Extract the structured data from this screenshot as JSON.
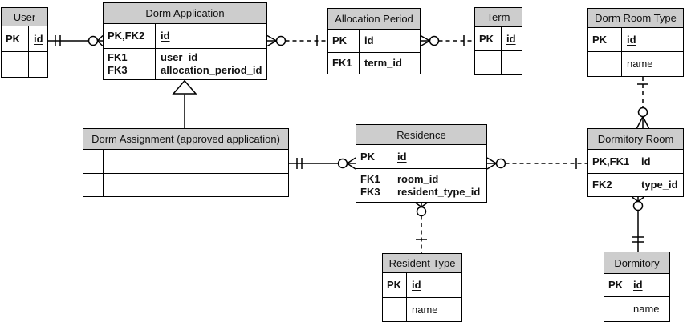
{
  "diagram": {
    "type": "entity-relationship",
    "colors": {
      "background": "#ffffff",
      "header_fill": "#cdcdcd",
      "line": "#000000",
      "text": "#111111"
    }
  },
  "entities": [
    {
      "name": "user",
      "title": "User",
      "rows": [
        {
          "lines": [
            {
              "key": "PK",
              "attr": "id",
              "pk": true
            }
          ]
        },
        {
          "lines": [
            {
              "key": "",
              "attr": ""
            }
          ]
        }
      ]
    },
    {
      "name": "dorm-application",
      "title": "Dorm Application",
      "rows": [
        {
          "lines": [
            {
              "key": "PK,FK2",
              "attr": "id",
              "pk": true
            }
          ]
        },
        {
          "lines": [
            {
              "key": "FK1",
              "attr": "user_id"
            },
            {
              "key": "FK3",
              "attr": "allocation_period_id"
            }
          ]
        }
      ]
    },
    {
      "name": "allocation-period",
      "title": "Allocation Period",
      "rows": [
        {
          "lines": [
            {
              "key": "PK",
              "attr": "id",
              "pk": true
            }
          ]
        },
        {
          "lines": [
            {
              "key": "FK1",
              "attr": "term_id"
            }
          ]
        }
      ]
    },
    {
      "name": "term",
      "title": "Term",
      "rows": [
        {
          "lines": [
            {
              "key": "PK",
              "attr": "id",
              "pk": true
            }
          ]
        },
        {
          "lines": [
            {
              "key": "",
              "attr": ""
            }
          ]
        }
      ]
    },
    {
      "name": "dorm-room-type",
      "title": "Dorm Room Type",
      "rows": [
        {
          "lines": [
            {
              "key": "PK",
              "attr": "id",
              "pk": true
            }
          ]
        },
        {
          "lines": [
            {
              "key": "",
              "attr": "name",
              "plain": true
            }
          ]
        }
      ]
    },
    {
      "name": "dorm-assignment",
      "title": "Dorm Assignment (approved application)",
      "rows": [
        {
          "lines": [
            {
              "key": "",
              "attr": ""
            }
          ]
        },
        {
          "lines": [
            {
              "key": "",
              "attr": ""
            }
          ]
        }
      ]
    },
    {
      "name": "residence",
      "title": "Residence",
      "rows": [
        {
          "lines": [
            {
              "key": "PK",
              "attr": "id",
              "pk": true
            }
          ]
        },
        {
          "lines": [
            {
              "key": "FK1",
              "attr": "room_id"
            },
            {
              "key": "FK3",
              "attr": "resident_type_id"
            }
          ]
        }
      ]
    },
    {
      "name": "dormitory-room",
      "title": "Dormitory Room",
      "rows": [
        {
          "lines": [
            {
              "key": "PK,FK1",
              "attr": "id",
              "pk": true
            }
          ]
        },
        {
          "lines": [
            {
              "key": "FK2",
              "attr": "type_id"
            }
          ]
        }
      ]
    },
    {
      "name": "resident-type",
      "title": "Resident Type",
      "rows": [
        {
          "lines": [
            {
              "key": "PK",
              "attr": "id",
              "pk": true
            }
          ]
        },
        {
          "lines": [
            {
              "key": "",
              "attr": "name",
              "plain": true
            }
          ]
        }
      ]
    },
    {
      "name": "dormitory",
      "title": "Dormitory",
      "rows": [
        {
          "lines": [
            {
              "key": "PK",
              "attr": "id",
              "pk": true
            }
          ]
        },
        {
          "lines": [
            {
              "key": "",
              "attr": "name",
              "plain": true
            }
          ]
        }
      ]
    }
  ],
  "relationships": [
    {
      "from": "User",
      "to": "Dorm Application",
      "from_cardinality": "one and only one",
      "to_cardinality": "zero or many",
      "line": "solid"
    },
    {
      "from": "Dorm Application",
      "to": "Allocation Period",
      "from_cardinality": "zero or many",
      "to_cardinality": "one",
      "line": "dashed"
    },
    {
      "from": "Allocation Period",
      "to": "Term",
      "from_cardinality": "zero or many",
      "to_cardinality": "one",
      "line": "dashed"
    },
    {
      "from": "Dorm Room Type",
      "to": "Dormitory Room",
      "from_cardinality": "one",
      "to_cardinality": "zero or many",
      "line": "dashed"
    },
    {
      "from": "Dorm Assignment (approved application)",
      "to": "Residence",
      "from_cardinality": "one and only one",
      "to_cardinality": "zero or many",
      "line": "solid"
    },
    {
      "from": "Residence",
      "to": "Dormitory Room",
      "from_cardinality": "zero or many",
      "to_cardinality": "one",
      "line": "dashed"
    },
    {
      "from": "Residence",
      "to": "Resident Type",
      "from_cardinality": "zero or many",
      "to_cardinality": "one",
      "line": "dashed"
    },
    {
      "from": "Dormitory Room",
      "to": "Dormitory",
      "from_cardinality": "zero or many",
      "to_cardinality": "one and only one",
      "line": "solid"
    },
    {
      "type": "inheritance",
      "parent": "Dorm Application",
      "child": "Dorm Assignment (approved application)"
    }
  ]
}
